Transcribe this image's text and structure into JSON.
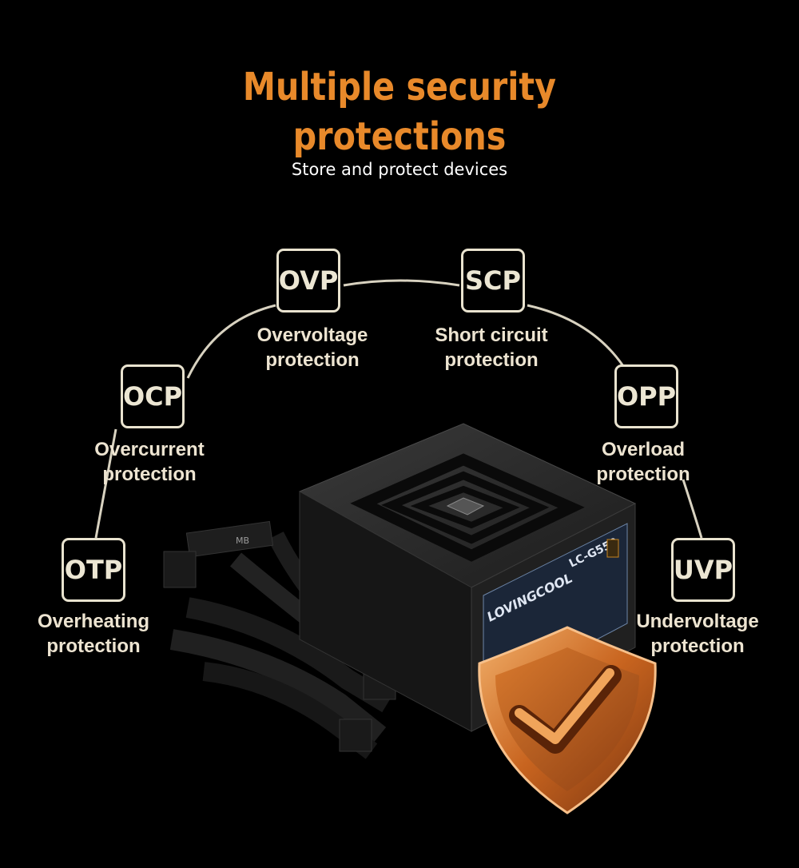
{
  "header": {
    "title_line1": "Multiple security",
    "title_line2": "protections",
    "subtitle": "Store and protect devices"
  },
  "colors": {
    "accent": "#e8892a",
    "badge_border": "#e9e3cf",
    "label_text": "#ede4d1",
    "background": "#000000"
  },
  "protections": [
    {
      "code": "OTP",
      "line1": "Overheating",
      "line2": "protection"
    },
    {
      "code": "OCP",
      "line1": "Overcurrent",
      "line2": "protection"
    },
    {
      "code": "OVP",
      "line1": "Overvoltage",
      "line2": "protection"
    },
    {
      "code": "SCP",
      "line1": "Short circuit",
      "line2": "protection"
    },
    {
      "code": "OPP",
      "line1": "Overload",
      "line2": "protection"
    },
    {
      "code": "UVP",
      "line1": "Undervoltage",
      "line2": "protection"
    }
  ],
  "product": {
    "brand": "LOVINGCOOL",
    "model": "LC-G550",
    "connector_label": "MB"
  }
}
